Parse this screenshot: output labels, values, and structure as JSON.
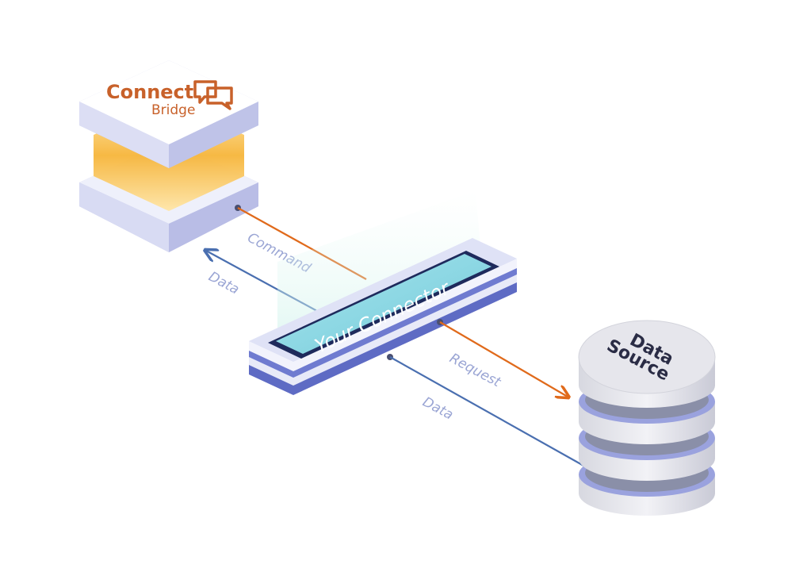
{
  "logo": {
    "line1": "Connect",
    "line2": "Bridge"
  },
  "connector": {
    "label": "Your Connector"
  },
  "datasource": {
    "line1": "Data",
    "line2": "Source"
  },
  "flows": {
    "command": "Command",
    "data_left": "Data",
    "request": "Request",
    "data_right": "Data"
  },
  "colors": {
    "orange": "#e06a1b",
    "blue": "#4a6fb0",
    "label": "#9aa5d4",
    "logo": "#c8612a",
    "platform": "#dfe2f6",
    "glass": "#8fdbe6",
    "disk_top": "#e6e6ec",
    "disk_ring": "#9aa2de"
  }
}
